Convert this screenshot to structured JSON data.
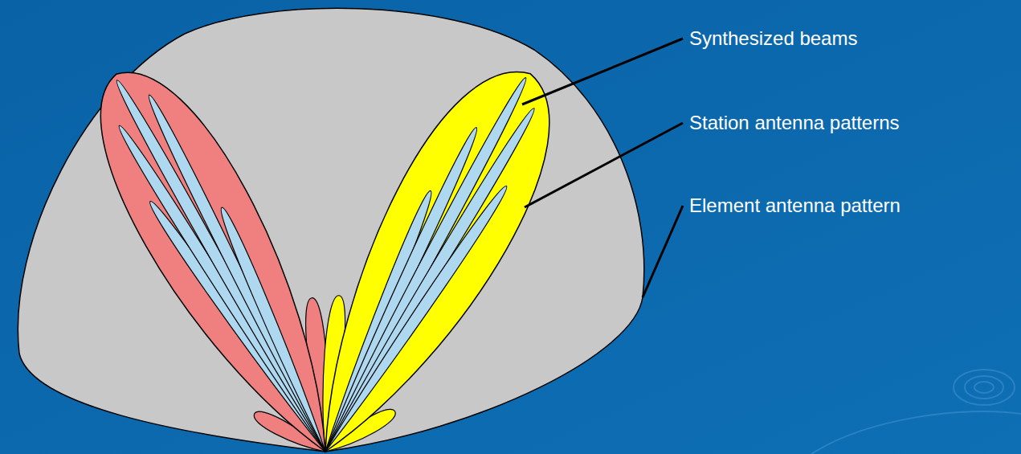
{
  "diagram": {
    "labels": [
      "Synthesized beams",
      "Station antenna patterns",
      "Element antenna pattern"
    ]
  }
}
